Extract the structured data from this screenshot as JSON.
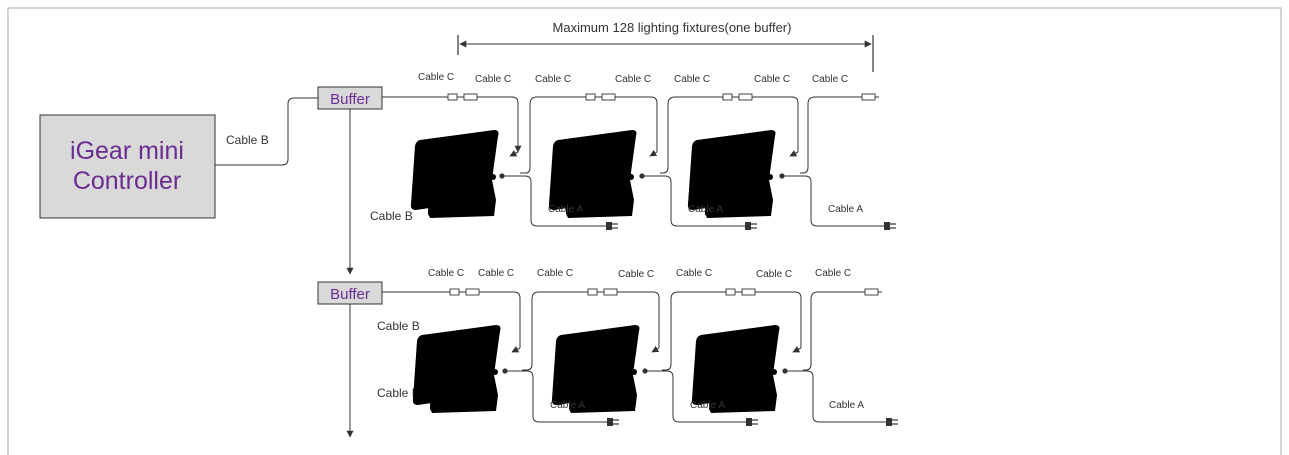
{
  "diagram": {
    "title": "Maximum 128   lighting fixtures(one buffer)",
    "controller": {
      "line1": "iGear mini",
      "line2": "Controller"
    },
    "buffer_label": "Buffer",
    "labels": {
      "cable_a": "Cable A",
      "cable_b": "Cable B",
      "cable_c": "Cable C"
    },
    "colors": {
      "controller_fill": "#d9d9d9",
      "buffer_fill": "#d9d9d9",
      "brand_text": "#6a2c91",
      "line": "#333333"
    }
  }
}
